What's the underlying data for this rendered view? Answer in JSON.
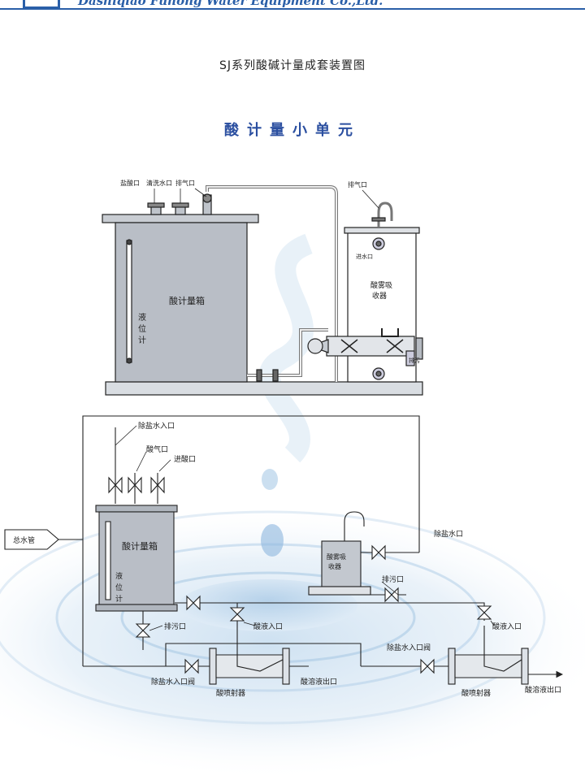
{
  "header": {
    "company": "Dashiqiao Fuhong Water Equipment Co.,Ltd.",
    "accent_color": "#2a5fa8"
  },
  "doc_title": "SJ系列酸碱计量成套装置图",
  "unit_title": "酸计量小单元",
  "top_diagram": {
    "tank_labels": [
      "盐酸口",
      "清洗水口",
      "排气口"
    ],
    "tank_name": "酸计量箱",
    "level_gauge": [
      "液",
      "位",
      "计"
    ],
    "absorber_vent": "排气口",
    "absorber_inlet": "进水口",
    "absorber_name": [
      "酸雾吸",
      "收器"
    ],
    "drain": "排污"
  },
  "bottom_diagram": {
    "desalt_inlet": "除盐水入口",
    "acid_gas_port": "酸气口",
    "acid_feed_port": "进酸口",
    "main_pipe": "总水管",
    "tank_name": "酸计量箱",
    "level_gauge": [
      "液",
      "位",
      "计"
    ],
    "tank_drain": "排污口",
    "absorber_name": [
      "酸雾吸",
      "收器"
    ],
    "desalt_inlet_right": "除盐水口",
    "absorber_drain": "排污口",
    "acid_inlet_1": "酸液入口",
    "acid_inlet_2": "酸液入口",
    "desalt_valve_1": "除盐水入口阀",
    "desalt_valve_2": "除盐水入口阀",
    "ejector_1": "酸喷射器",
    "ejector_2": "酸喷射器",
    "outlet_1": "酸溶液出口",
    "outlet_2": "酸溶液出口"
  },
  "colors": {
    "tank_fill": "#b9bec6",
    "line": "#222222",
    "absorber_fill": "#c3c8cf",
    "water": "#9cc4e4"
  }
}
